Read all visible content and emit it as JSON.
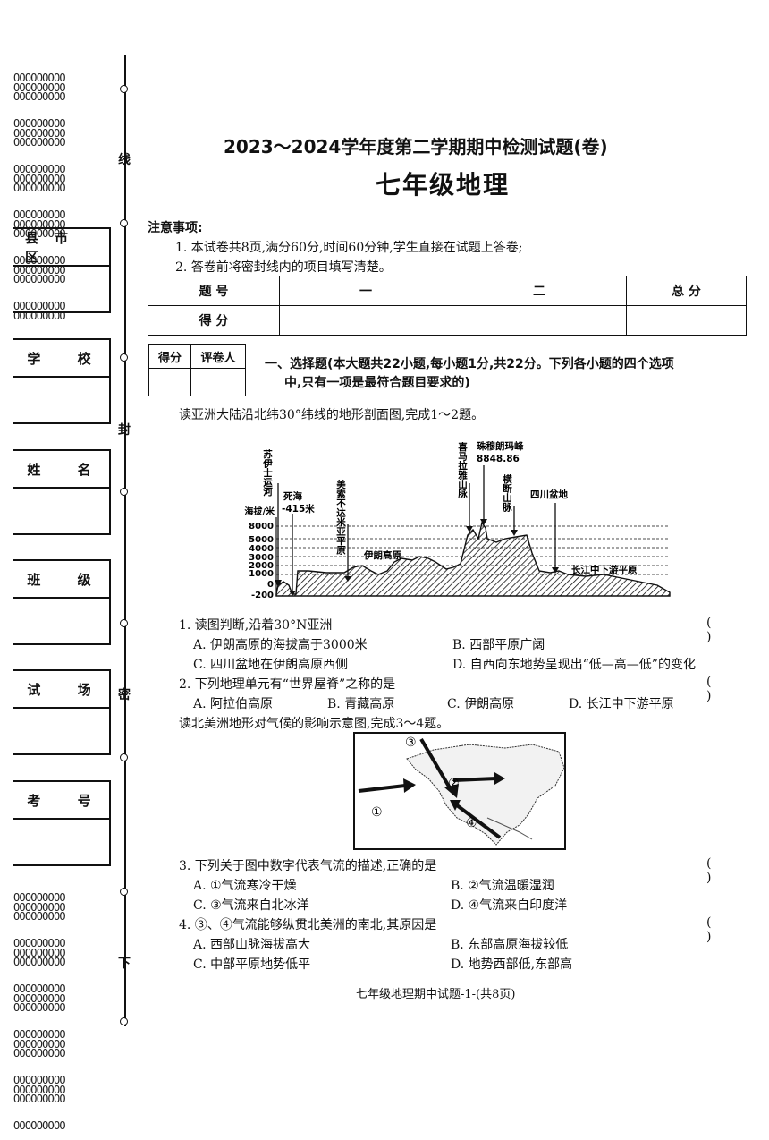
{
  "sidebar": {
    "rings_row": "OOOOOOOOO",
    "seal_chars": [
      "线",
      "封",
      "密",
      "下"
    ],
    "fields": [
      "县市区",
      "学 校",
      "姓 名",
      "班 级",
      "试 场",
      "考 号"
    ]
  },
  "header": {
    "title": "2023～2024学年度第二学期期中检测试题(卷)",
    "subject": "七年级地理"
  },
  "notes": {
    "heading": "注意事项:",
    "items": [
      "1. 本试卷共8页,满分60分,时间60分钟,学生直接在试题上答卷;",
      "2. 答卷前将密封线内的项目填写清楚。"
    ]
  },
  "score_table": {
    "row_labels": [
      "题 号",
      "得 分"
    ],
    "columns": [
      "一",
      "二",
      "总 分"
    ]
  },
  "grader_table": {
    "score": "得分",
    "grader": "评卷人"
  },
  "section1": {
    "title_line1": "一、选择题(本大题共22小题,每小题1分,共22分。下列各小题的四个选项",
    "title_line2": "中,只有一项是最符合题目要求的)"
  },
  "figure1": {
    "caption": "读亚洲大陆沿北纬30°纬线的地形剖面图,完成1～2题。",
    "ylabel": "海拔/米",
    "yticks": [
      "8000",
      "5000",
      "4000",
      "3000",
      "2000",
      "1000",
      "0",
      "-200"
    ],
    "labels": {
      "suez": "苏伊士运河",
      "deadsea": "死海",
      "deadsea_value": "-415米",
      "meso": "美索不达米亚平原",
      "iran": "伊朗高原",
      "himalaya": "喜马拉雅山脉",
      "everest": "珠穆朗玛峰",
      "everest_value": "8848.86",
      "hengduan": "横断山脉",
      "sichuan": "四川盆地",
      "yangtze": "长江中下游平原"
    }
  },
  "questions": [
    {
      "stem": "1. 读图判断,沿着30°N亚洲",
      "options": [
        "A. 伊朗高原的海拔高于3000米",
        "B. 西部平原广阔",
        "C. 四川盆地在伊朗高原西侧",
        "D. 自西向东地势呈现出“低—高—低”的变化"
      ]
    },
    {
      "stem": "2. 下列地理单元有“世界屋脊”之称的是",
      "options": [
        "A. 阿拉伯高原",
        "B. 青藏高原",
        "C. 伊朗高原",
        "D. 长江中下游平原"
      ]
    },
    {
      "stem": "3. 下列关于图中数字代表气流的描述,正确的是",
      "options": [
        "A. ①气流寒冷干燥",
        "B. ②气流温暖湿润",
        "C. ③气流来自北冰洋",
        "D. ④气流来自印度洋"
      ]
    },
    {
      "stem": "4. ③、④气流能够纵贯北美洲的南北,其原因是",
      "options": [
        "A. 西部山脉海拔高大",
        "B. 东部高原海拔较低",
        "C. 中部平原地势低平",
        "D. 地势西部低,东部高"
      ]
    }
  ],
  "paren": "( )",
  "figure2": {
    "caption": "读北美洲地形对气候的影响示意图,完成3～4题。",
    "markers": [
      "①",
      "②",
      "③",
      "④"
    ]
  },
  "footer": "七年级地理期中试题-1-(共8页)"
}
